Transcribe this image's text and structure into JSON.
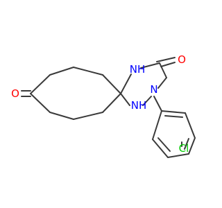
{
  "molecule": {
    "colors": {
      "bond": "#3a3a3a",
      "oxygen": "#ff0000",
      "nitrogen": "#0000ff",
      "chlorine": "#00cc00"
    },
    "labels": {
      "ketone_o": "O",
      "amide_o": "O",
      "nh_top": "NH",
      "nh_bottom": "NH",
      "n_aryl": "N",
      "cl": "Cl"
    }
  }
}
